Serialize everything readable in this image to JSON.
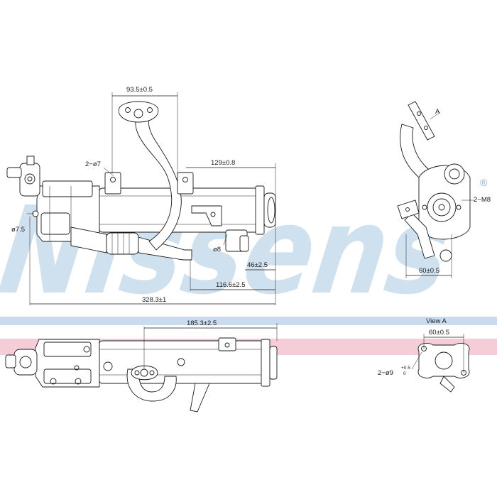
{
  "brand": {
    "watermark": "Nissens",
    "registered": "®",
    "watermark_color": "#a9c7e1",
    "band_blue": "#c9dcef",
    "band_pink": "#f5cdd6"
  },
  "dimensions": {
    "d_93_5": "93.5±0.5",
    "d_2_d7": "2−ø7",
    "d_129": "129±0.8",
    "d_d7_5": "ø7.5",
    "d_d8": "ø8",
    "d_46": "46±2.5",
    "d_116_6": "116.6±2.5",
    "d_328_3": "328.3±1",
    "d_185_3": "185.3±2.5",
    "d_2_m8": "2−M8",
    "d_60_side": "60±0.5",
    "d_a": "A",
    "view_a": "View A",
    "d_60_view": "60±0.5",
    "d_2_d9": "2−ø9",
    "d_tol_plus": "+0.5",
    "d_tol_zero": "0"
  }
}
